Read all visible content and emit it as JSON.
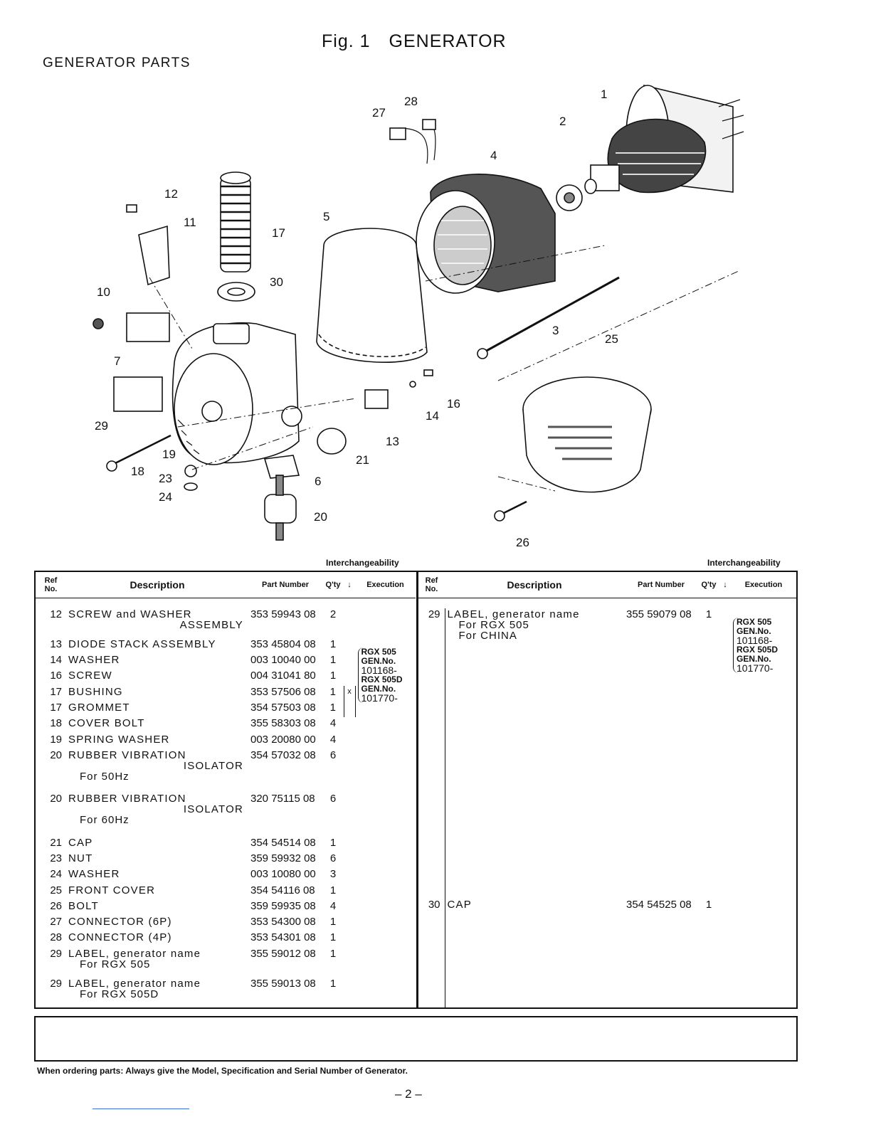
{
  "figure": {
    "label": "Fig. 1",
    "title": "GENERATOR"
  },
  "section_title": "GENERATOR PARTS",
  "callouts": {
    "n1": "1",
    "n2": "2",
    "n3": "3",
    "n4": "4",
    "n5": "5",
    "n6": "6",
    "n7": "7",
    "n10": "10",
    "n11": "11",
    "n12": "12",
    "n13": "13",
    "n14": "14",
    "n16": "16",
    "n17": "17",
    "n18": "18",
    "n19": "19",
    "n20": "20",
    "n21": "21",
    "n23": "23",
    "n24": "24",
    "n25": "25",
    "n26": "26",
    "n27": "27",
    "n28": "28",
    "n29": "29",
    "n30": "30"
  },
  "interchangeability_label": "Interchangeability",
  "table_headers": {
    "ref_no": "Ref No.",
    "description": "Description",
    "part_number": "Part Number",
    "qty": "Q'ty",
    "mark": "↓",
    "execution": "Execution"
  },
  "left_rows": [
    {
      "ref": "12",
      "desc": "SCREW and WASHER",
      "desc2": "ASSEMBLY",
      "part": "353 59943 08",
      "qty": "2"
    },
    {
      "ref": "13",
      "desc": "DIODE STACK ASSEMBLY",
      "part": "353 45804 08",
      "qty": "1"
    },
    {
      "ref": "14",
      "desc": "WASHER",
      "part": "003 10040 00",
      "qty": "1"
    },
    {
      "ref": "16",
      "desc": "SCREW",
      "part": "004 31041 80",
      "qty": "1"
    },
    {
      "ref": "17",
      "desc": "BUSHING",
      "part": "353 57506 08",
      "qty": "1"
    },
    {
      "ref": "17",
      "desc": "GROMMET",
      "part": "354 57503 08",
      "qty": "1"
    },
    {
      "ref": "18",
      "desc": "COVER BOLT",
      "part": "355 58303 08",
      "qty": "4"
    },
    {
      "ref": "19",
      "desc": "SPRING WASHER",
      "part": "003 20080 00",
      "qty": "4"
    },
    {
      "ref": "20",
      "desc": "RUBBER VIBRATION",
      "desc2": "ISOLATOR",
      "desc3": "For 50Hz",
      "part": "354 57032 08",
      "qty": "6"
    },
    {
      "ref": "20",
      "desc": "RUBBER VIBRATION",
      "desc2": "ISOLATOR",
      "desc3": "For 60Hz",
      "part": "320 75115 08",
      "qty": "6"
    },
    {
      "ref": "21",
      "desc": "CAP",
      "part": "354 54514 08",
      "qty": "1"
    },
    {
      "ref": "23",
      "desc": "NUT",
      "part": "359 59932 08",
      "qty": "6"
    },
    {
      "ref": "24",
      "desc": "WASHER",
      "part": "003 10080 00",
      "qty": "3"
    },
    {
      "ref": "25",
      "desc": "FRONT COVER",
      "part": "354 54116 08",
      "qty": "1"
    },
    {
      "ref": "26",
      "desc": "BOLT",
      "part": "359 59935 08",
      "qty": "4"
    },
    {
      "ref": "27",
      "desc": "CONNECTOR (6P)",
      "part": "353 54300 08",
      "qty": "1"
    },
    {
      "ref": "28",
      "desc": "CONNECTOR (4P)",
      "part": "353 54301 08",
      "qty": "1"
    },
    {
      "ref": "29",
      "desc": "LABEL, generator name",
      "desc3": "For RGX 505",
      "part": "355 59012 08",
      "qty": "1"
    },
    {
      "ref": "29",
      "desc": "LABEL, generator name",
      "desc3": "For RGX 505D",
      "part": "355 59013 08",
      "qty": "1"
    }
  ],
  "left_execution": {
    "model1": "RGX 505",
    "gen1": "GEN.No.",
    "num1": "101168-",
    "model2": "RGX 505D",
    "gen2": "GEN.No.",
    "num2": "101770-",
    "swap_mark": "x"
  },
  "right_rows": [
    {
      "ref": "29",
      "desc": "LABEL, generator name",
      "desc3": "For RGX 505",
      "desc4": "For CHINA",
      "part": "355 59079 08",
      "qty": "1"
    },
    {
      "ref": "30",
      "desc": "CAP",
      "part": "354 54525 08",
      "qty": "1"
    }
  ],
  "right_execution": {
    "model1": "RGX 505",
    "gen1": "GEN.No.",
    "num1": "101168-",
    "model2": "RGX 505D",
    "gen2": "GEN.No.",
    "num2": "101770-"
  },
  "footer_note": "When ordering parts: Always give the Model, Specification and Serial Number of Generator.",
  "page_number": "– 2 –"
}
